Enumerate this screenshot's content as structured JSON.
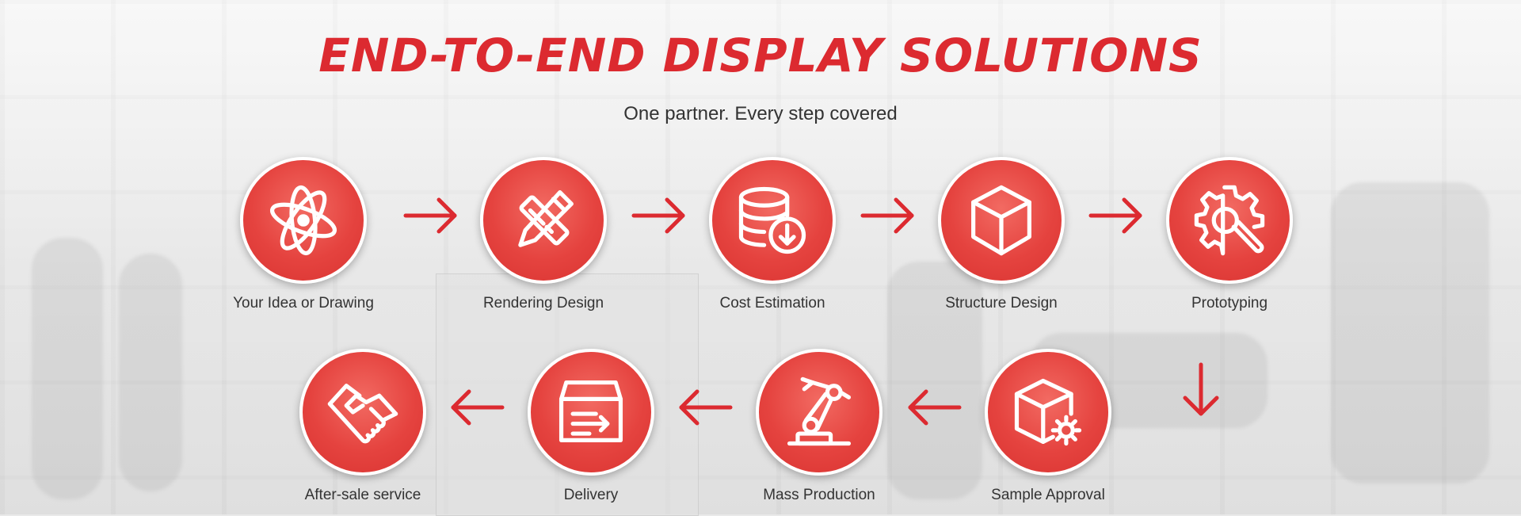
{
  "header": {
    "title": "END-TO-END DISPLAY SOLUTIONS",
    "subtitle": "One partner. Every step covered"
  },
  "colors": {
    "accent": "#dc2a30",
    "circle": "#e5433f",
    "text": "#333333"
  },
  "steps": [
    {
      "label": "Your Idea or Drawing",
      "icon": "atom-icon"
    },
    {
      "label": "Rendering Design",
      "icon": "pencil-ruler-icon"
    },
    {
      "label": "Cost Estimation",
      "icon": "database-download-icon"
    },
    {
      "label": "Structure Design",
      "icon": "cube-icon"
    },
    {
      "label": "Prototyping",
      "icon": "gear-wrench-icon"
    },
    {
      "label": "Sample Approval",
      "icon": "box-gear-icon"
    },
    {
      "label": "Mass Production",
      "icon": "robot-arm-icon"
    },
    {
      "label": "Delivery",
      "icon": "delivery-box-icon"
    },
    {
      "label": "After-sale service",
      "icon": "handshake-icon"
    }
  ]
}
